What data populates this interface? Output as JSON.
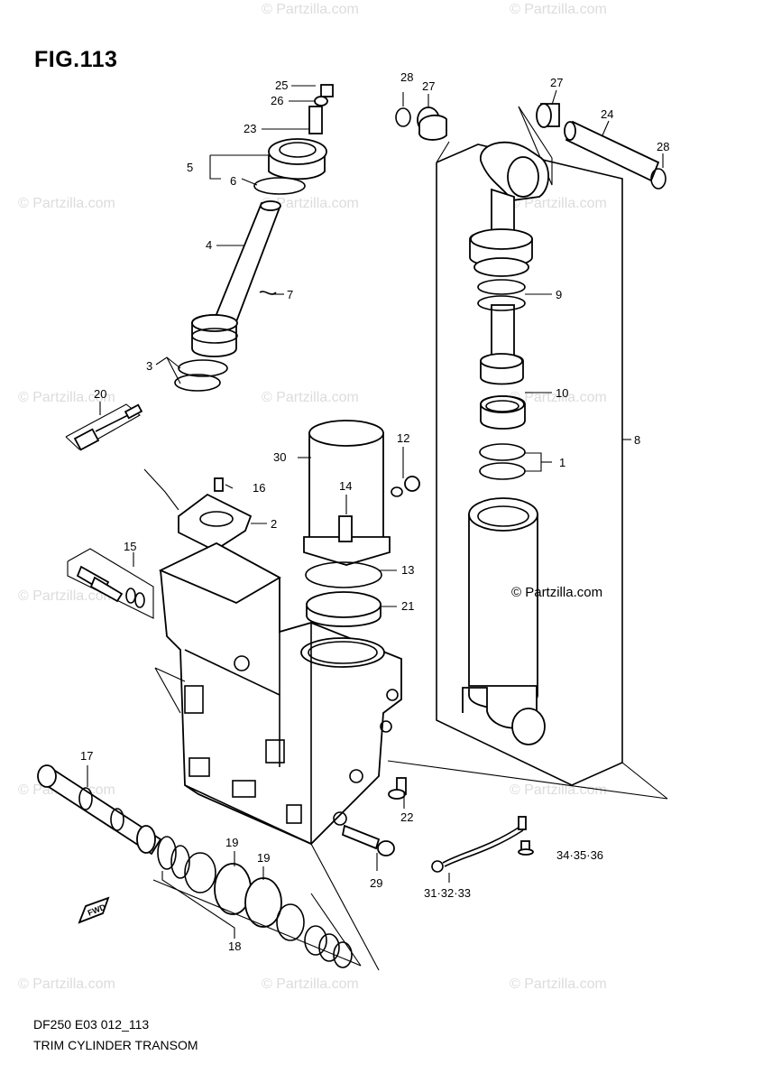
{
  "figure": {
    "title": "FIG.113",
    "footer_code": "DF250 E03 012_113",
    "footer_title": "TRIM CYLINDER TRANSOM",
    "credit": "© Partzilla.com",
    "watermark": "© Partzilla.com",
    "fwd_mark": "FWD"
  },
  "callouts": {
    "c1": "1",
    "c2": "2",
    "c3": "3",
    "c4": "4",
    "c5": "5",
    "c6": "6",
    "c7": "7",
    "c8": "8",
    "c9": "9",
    "c10": "10",
    "c12": "12",
    "c13": "13",
    "c14": "14",
    "c15": "15",
    "c16": "16",
    "c17": "17",
    "c18": "18",
    "c19a": "19",
    "c19b": "19",
    "c20": "20",
    "c21": "21",
    "c22": "22",
    "c23": "23",
    "c24": "24",
    "c25": "25",
    "c26": "26",
    "c27a": "27",
    "c27b": "27",
    "c28a": "28",
    "c28b": "28",
    "c29": "29",
    "c30": "30",
    "c31": "31·32·33",
    "c34": "34·35·36"
  }
}
